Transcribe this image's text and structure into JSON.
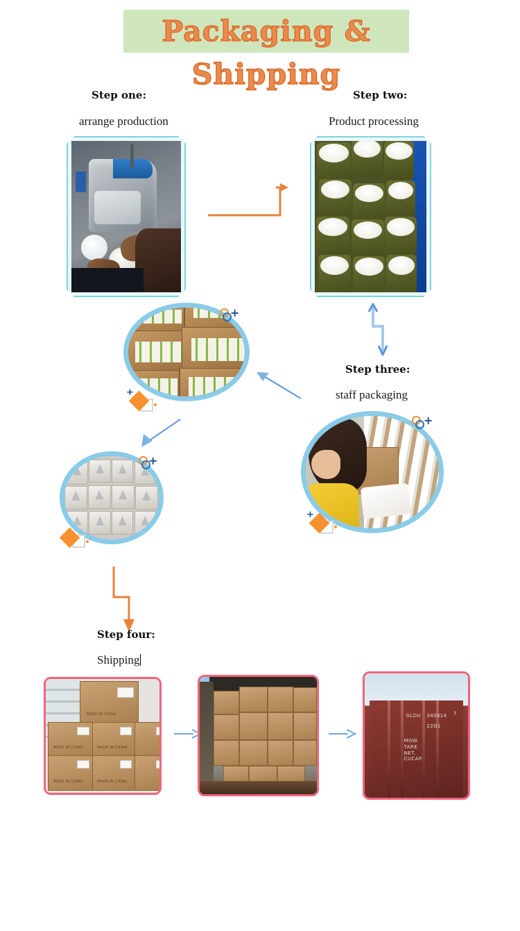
{
  "page": {
    "title": "Packaging & Shipping",
    "background_color": "#ffffff",
    "title_text_color": "#eb8a4e",
    "title_outline_color": "#d4651f",
    "title_band_color": "#cfe6bd"
  },
  "steps": [
    {
      "id": "step-one",
      "title": "Step one:",
      "subtitle": "arrange production",
      "photo": {
        "name": "photo-sewing-machine-production",
        "frame": "octagon",
        "frame_color": "#7fd4de"
      }
    },
    {
      "id": "step-two",
      "title": "Step two:",
      "subtitle": "Product processing",
      "photo": {
        "name": "photo-rolled-towels-crate",
        "frame": "octagon",
        "frame_color": "#7fd4de"
      }
    },
    {
      "id": "step-three",
      "title": "Step three:",
      "subtitle": "staff packaging",
      "photo": {
        "name": "photo-staff-packaging",
        "frame": "circle",
        "frame_color": "#89cbe8"
      }
    },
    {
      "id": "step-four",
      "title": "Step four:",
      "subtitle": "Shipping",
      "has_text_cursor": true,
      "photos": [
        {
          "name": "photo-stacked-cartons-warehouse",
          "frame": "rounded",
          "frame_color": "#f2647c"
        },
        {
          "name": "photo-container-loaded",
          "frame": "rounded",
          "frame_color": "#f2647c"
        },
        {
          "name": "photo-shipping-container",
          "frame": "rounded",
          "frame_color": "#f2647c"
        }
      ]
    }
  ],
  "middle_photos": [
    {
      "name": "photo-cartons-of-product-packs",
      "frame": "circle",
      "frame_color": "#89cbe8"
    },
    {
      "name": "photo-retail-boxes-rows",
      "frame": "circle",
      "frame_color": "#89cbe8"
    }
  ],
  "arrows": [
    {
      "name": "arrow-step-one-to-step-two",
      "color": "#e8823c",
      "style": "elbow-right-up-right"
    },
    {
      "name": "arrow-step-two-to-step-three",
      "color": "#7eb3e3",
      "style": "zigzag-up-down"
    },
    {
      "name": "arrow-step-three-to-cartons",
      "color": "#5b97d8",
      "style": "diagonal-up-left"
    },
    {
      "name": "arrow-cartons-to-retail-boxes",
      "color": "#5b97d8",
      "style": "diagonal-down-left"
    },
    {
      "name": "arrow-to-step-four",
      "color": "#e8823c",
      "style": "elbow-down-right-down"
    },
    {
      "name": "arrow-shipping-1-to-2",
      "color": "#6ea8dd",
      "style": "straight-right"
    },
    {
      "name": "arrow-shipping-2-to-3",
      "color": "#6ea8dd",
      "style": "straight-right"
    }
  ],
  "decorations": {
    "ring_orange_color": "#f0912f",
    "ring_blue_color": "#2f6fb5",
    "plus_color": "#1d4e89",
    "diamond_color": "#f5922f",
    "square_color": "#ffffff",
    "plus_glyph": "+"
  },
  "container_markings": {
    "owner_code": "GLDU",
    "serial": "340814",
    "check_digit": "7",
    "type_code": "22G1",
    "weight_labels": "MGW.\nTARE.\nNET.\nCUCAP."
  },
  "carton_markings": {
    "origin": "MADE IN CHINA"
  }
}
